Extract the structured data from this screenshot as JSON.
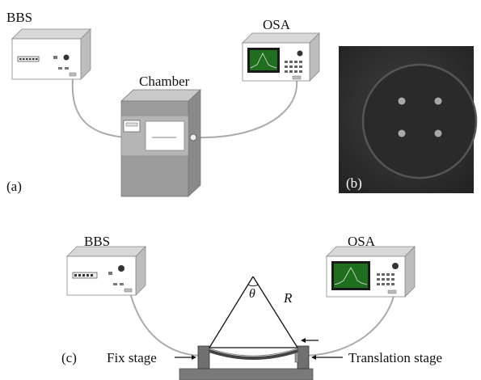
{
  "panel_a": {
    "bbs_label": "BBS",
    "osa_label": "OSA",
    "chamber_label": "Chamber",
    "tag": "(a)"
  },
  "panel_b": {
    "tag": "(b)"
  },
  "panel_c": {
    "bbs_label": "BBS",
    "osa_label": "OSA",
    "theta_label": "θ",
    "r_label": "R",
    "tag": "(c)",
    "fix_stage_label": "Fix stage",
    "translation_stage_label": "Translation stage"
  },
  "colors": {
    "fiber": "#aaaaaa",
    "instrument_front": "#ffffff",
    "instrument_side": "#c8c8c8",
    "osa_screen": "#1f6f1f",
    "chamber_front": "#9c9c9c",
    "photo_bg": "#2e2e2e",
    "photo_dot": "#a8a8a8"
  }
}
